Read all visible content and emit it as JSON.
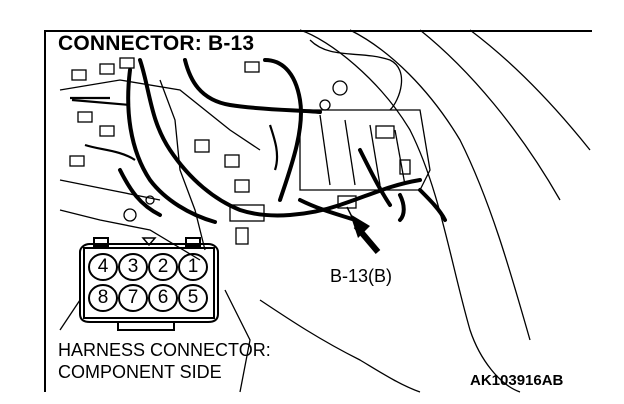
{
  "diagram": {
    "title": "CONNECTOR: B-13",
    "callout_label": "B-13(B)",
    "note_line1": "HARNESS CONNECTOR:",
    "note_line2": "COMPONENT SIDE",
    "figure_code": "AK103916AB",
    "connector_pins": {
      "top_row": [
        "4",
        "3",
        "2",
        "1"
      ],
      "bottom_row": [
        "8",
        "7",
        "6",
        "5"
      ]
    }
  }
}
